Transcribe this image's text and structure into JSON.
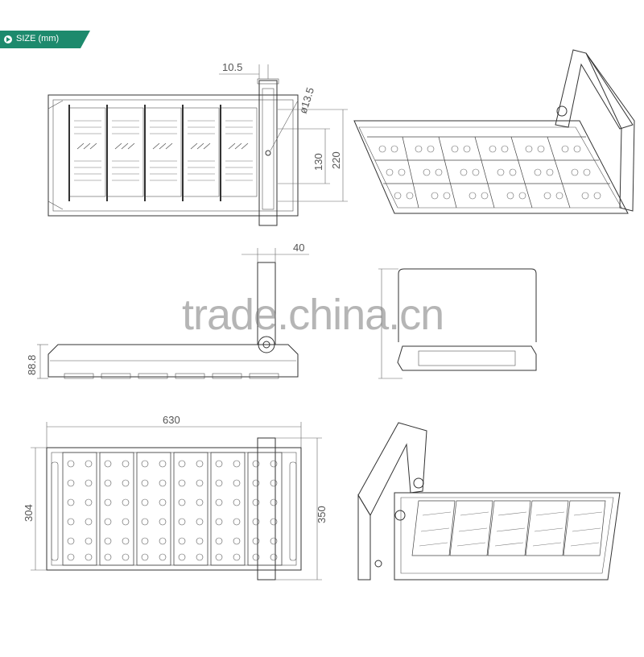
{
  "header": {
    "label": "SIZE (mm)",
    "badge_color": "#1d8a6d",
    "icon": "chevron-right-icon"
  },
  "dimensions": {
    "bracket_thickness": "10.5",
    "hole_diameter": "ø13.5",
    "hole_spacing": "130",
    "bracket_height": "220",
    "bracket_offset": "40",
    "side_height": "88.8",
    "overall_length": "630",
    "body_width": "304",
    "overall_width": "350"
  },
  "watermark": "trade.china.cn",
  "views": [
    "top-view",
    "perspective-front-view",
    "side-view",
    "end-view",
    "bottom-view",
    "perspective-rear-view"
  ]
}
